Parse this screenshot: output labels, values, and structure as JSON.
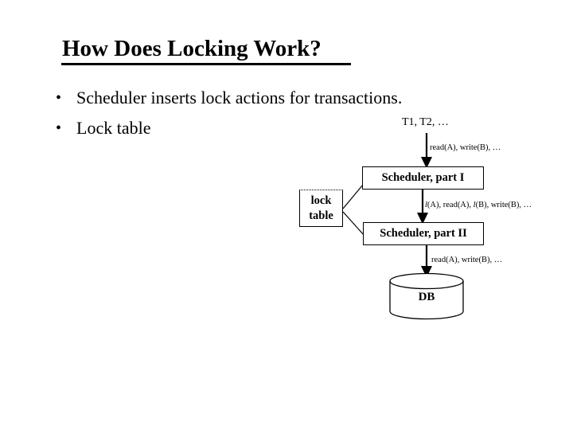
{
  "slide": {
    "title": "How Does Locking Work?",
    "background_color": "#ffffff",
    "text_color": "#000000"
  },
  "bullets": [
    {
      "marker": "•",
      "text": "Scheduler inserts lock actions for transactions."
    },
    {
      "marker": "•",
      "text": "Lock table"
    }
  ],
  "diagram": {
    "transactions_label": "T1, T2, …",
    "nodes": [
      {
        "id": "lock-table",
        "line1": "lock",
        "line2": "table"
      },
      {
        "id": "scheduler-part-1",
        "label": "Scheduler, part I"
      },
      {
        "id": "scheduler-part-2",
        "label": "Scheduler, part II"
      },
      {
        "id": "database",
        "label": "DB"
      }
    ],
    "edge_labels": [
      {
        "id": "edge-transactions-to-scheduler1",
        "text": "read(A), write(B), …"
      },
      {
        "id": "edge-scheduler1-to-scheduler2",
        "prefix_italic": "l",
        "text": "(A), read(A), ",
        "italic_2": "l",
        "text_2": "(B), write(B), …"
      },
      {
        "id": "edge-scheduler2-to-db",
        "text": "read(A), write(B), …"
      }
    ]
  }
}
